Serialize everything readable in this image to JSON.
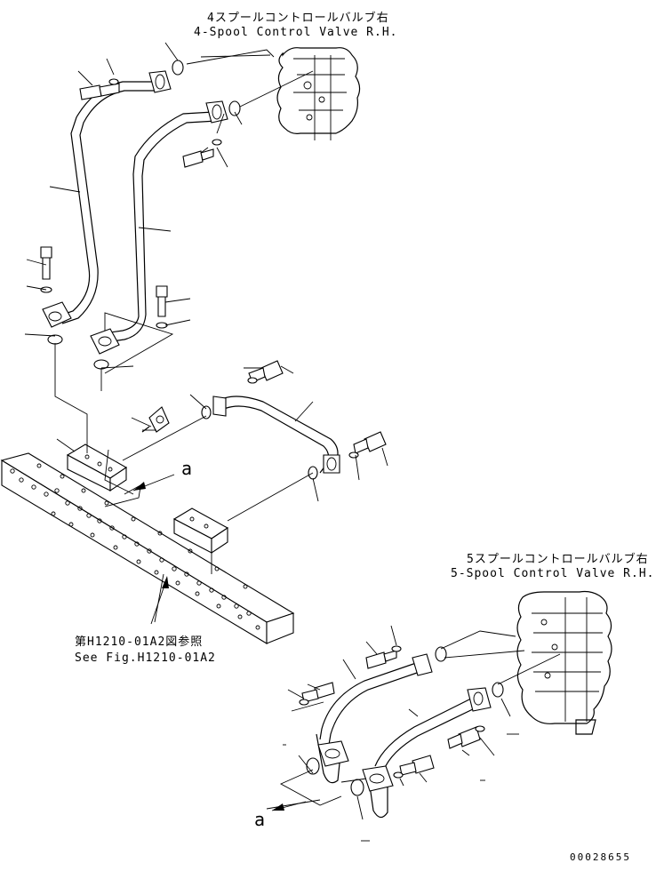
{
  "labels": {
    "valve_top_jp": "4スプールコントロールバルブ右",
    "valve_top_en": "4-Spool Control Valve R.H.",
    "valve_bottom_jp": "5スプールコントロールバルブ右",
    "valve_bottom_en": "5-Spool Control Valve R.H.",
    "see_fig_jp": "第H1210-01A2図参照",
    "see_fig_en": "See Fig.H1210-01A2",
    "ref_a_1": "a",
    "ref_a_2": "a",
    "drawing_code": "00028655"
  }
}
